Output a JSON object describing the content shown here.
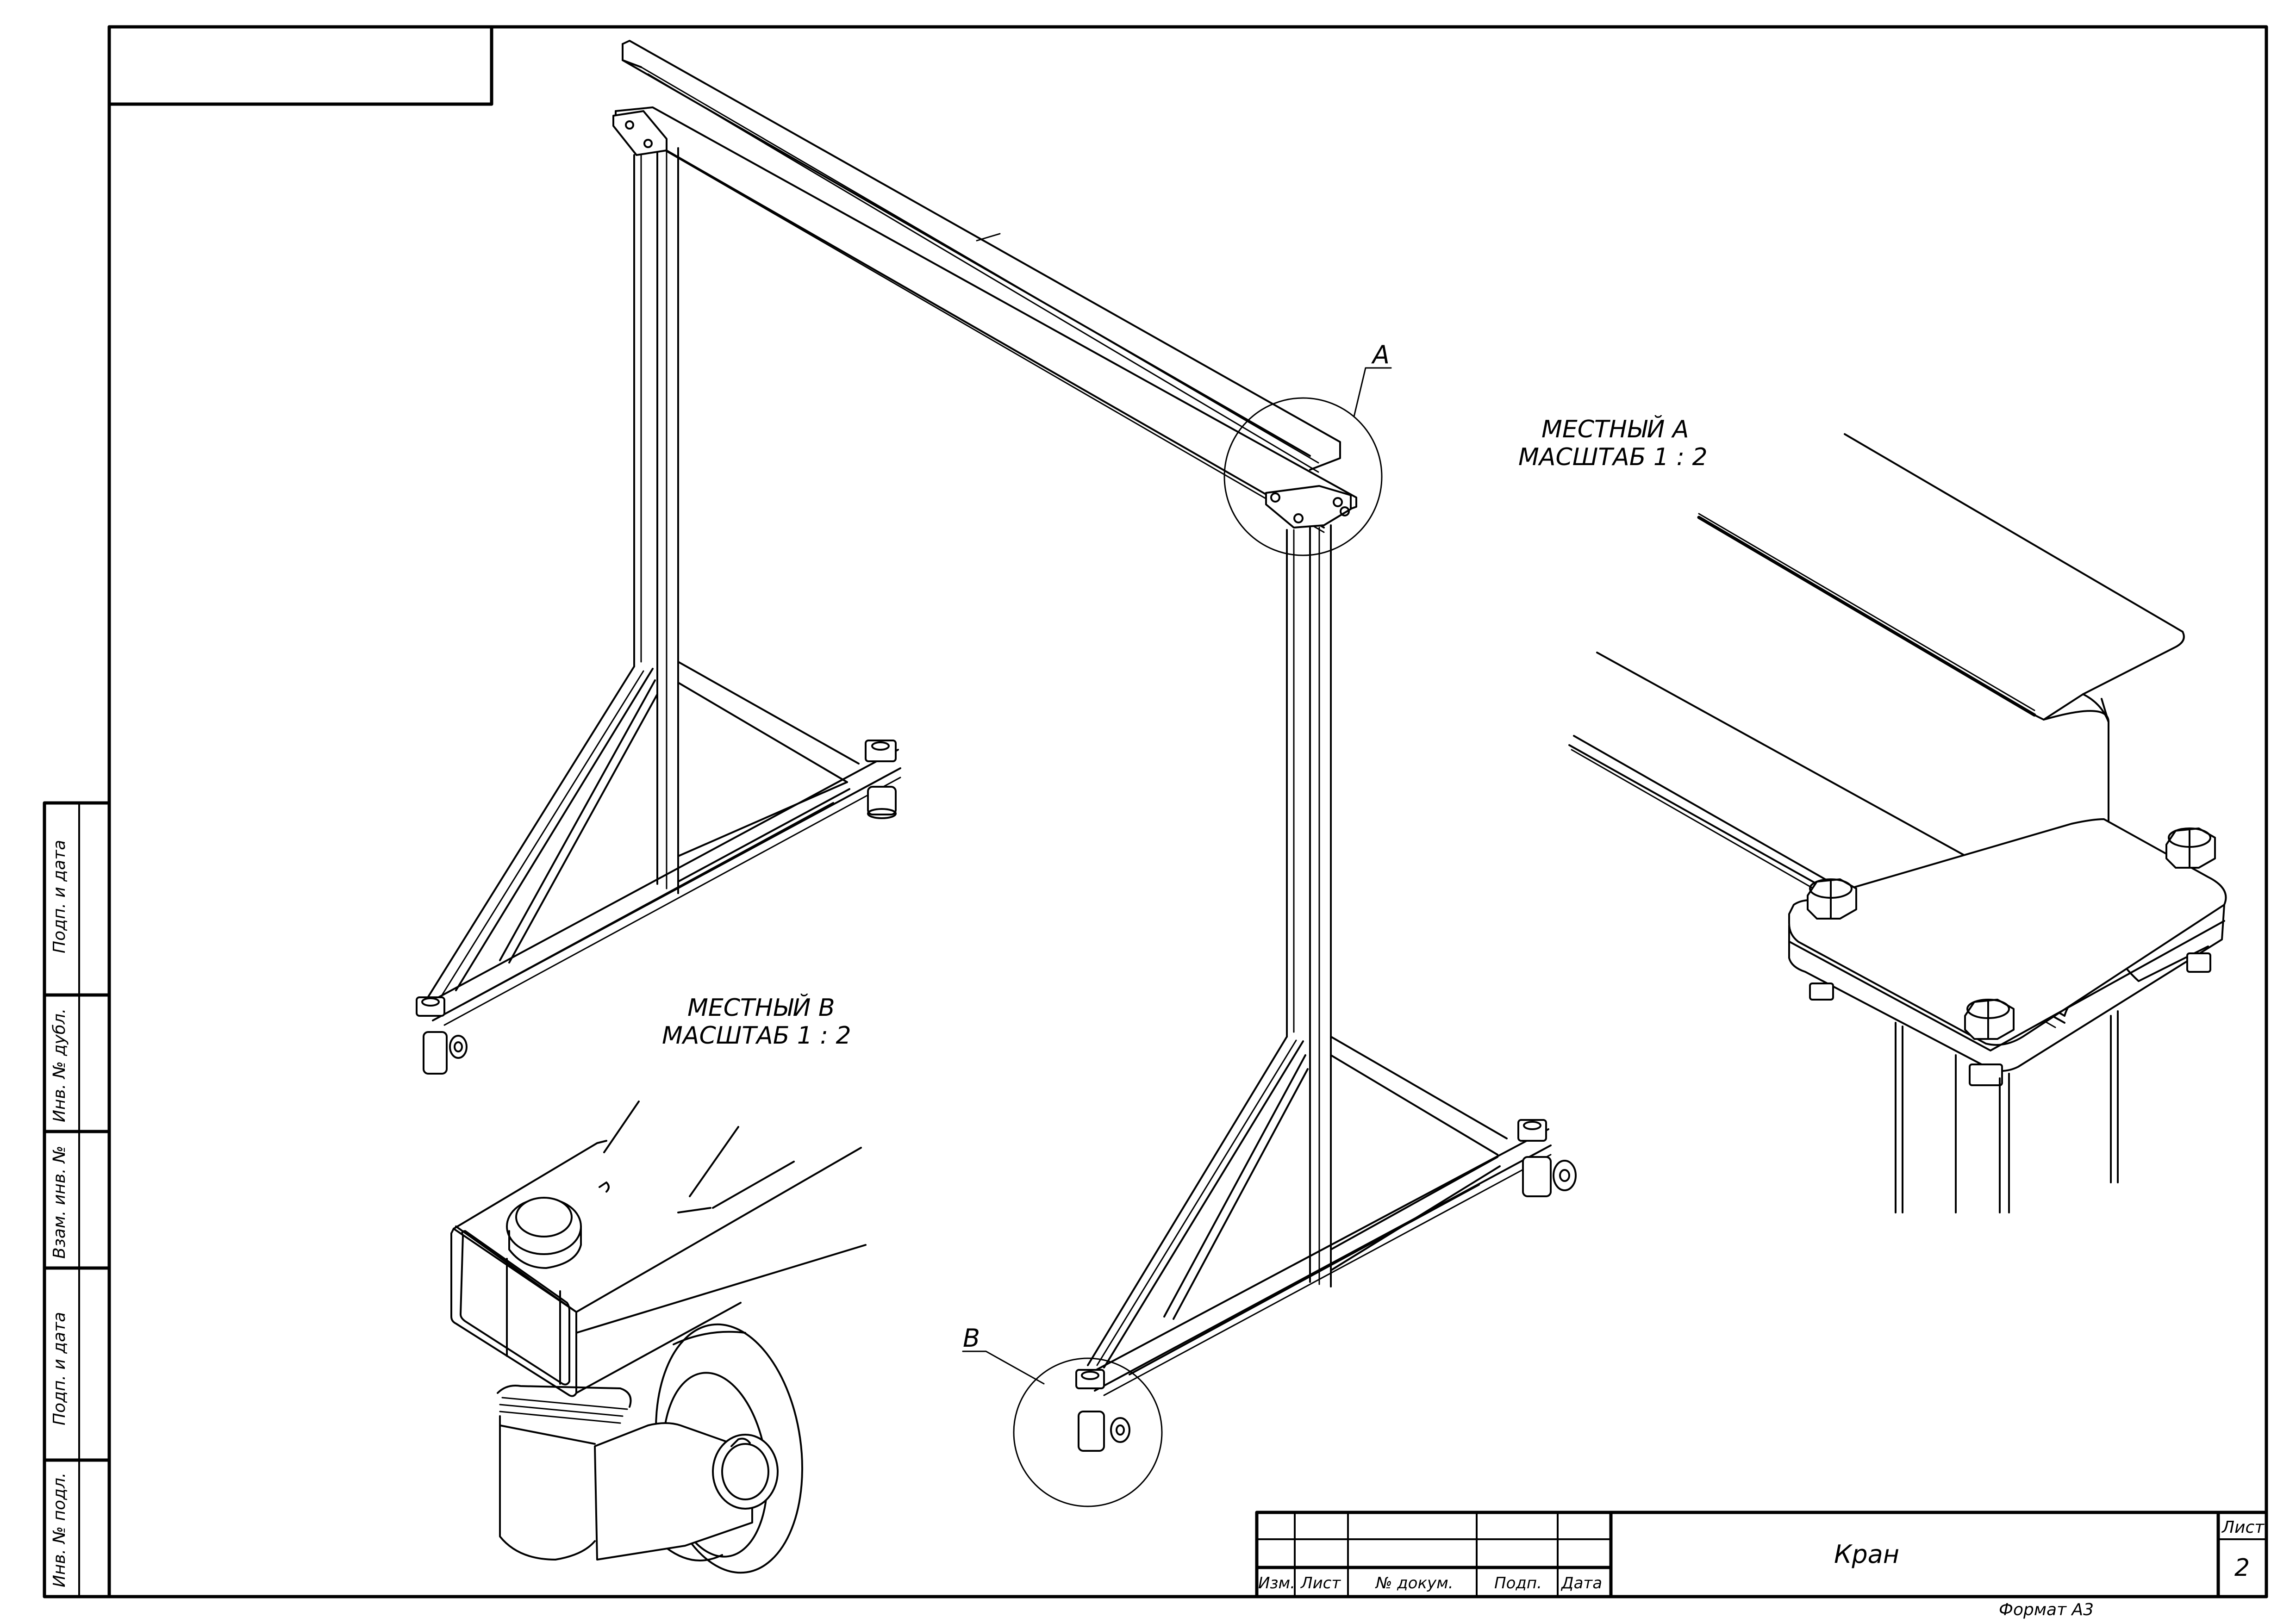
{
  "drawing": {
    "callout_a": "A",
    "callout_b": "B",
    "detail_a": {
      "title": "МЕСТНЫЙ А",
      "scale": "МАСШТАБ 1 : 2"
    },
    "detail_b": {
      "title": "МЕСТНЫЙ В",
      "scale": "МАСШТАБ 1 : 2"
    }
  },
  "side_strip": [
    "Подп. и дата",
    "Инв. № дубл.",
    "Взам. инв. №",
    "Подп. и дата",
    "Инв. № подл."
  ],
  "title_block": {
    "headers": [
      "Изм.",
      "Лист",
      "№ докум.",
      "Подп.",
      "Дата"
    ],
    "title": "Кран",
    "sheet_label": "Лист",
    "sheet_number": "2"
  },
  "format_label": "Формат А3"
}
